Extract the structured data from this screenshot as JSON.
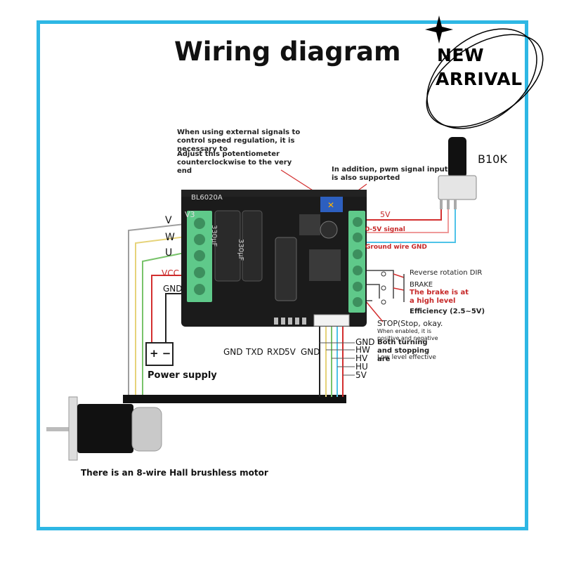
{
  "title": "Wiring diagram",
  "badge": {
    "line1": "NEW",
    "line2": "ARRIVAL"
  },
  "board": {
    "model": "BL6020A",
    "version": "V3",
    "cap1": "330µF",
    "cap2": "330µF"
  },
  "notes": {
    "external_signal": "When using external signals to control speed regulation, it is necessary to",
    "adjust_pot": "Adjust this potentiometer counterclockwise to the very end",
    "pwm": "In addition, pwm signal input is also supported",
    "reverse": "Reverse rotation DIR",
    "brake": "BRAKE",
    "brake_high": "The brake is at a high level",
    "efficiency": "Efficiency (2.5~5V)",
    "stop": "STOP(Stop, okay.",
    "stop_detail": "When enabled, it is positive and negative",
    "both": "Both turning and stopping are",
    "low_level": "Low level effective"
  },
  "right_pins": {
    "v5": "5V",
    "signal": "0-5V signal",
    "ground": "Ground wire GND"
  },
  "left_pins": {
    "v": "V",
    "w": "W",
    "u": "U",
    "vcc": "VCC",
    "gnd": "GND"
  },
  "bottom_pins": [
    "GND",
    "TXD",
    "RXD",
    "5V",
    "GND"
  ],
  "hall_pins": [
    "GND",
    "HW",
    "HV",
    "HU",
    "5V"
  ],
  "potentiometer": "B10K",
  "power_supply": {
    "label": "Power supply",
    "symbol": "+ −"
  },
  "motor_label": "There is an 8-wire Hall brushless motor",
  "colors": {
    "frame": "#2eb7e4",
    "wire_red": "#d32f2f",
    "wire_blue": "#4fc3e8",
    "terminal": "#5fc98a"
  }
}
